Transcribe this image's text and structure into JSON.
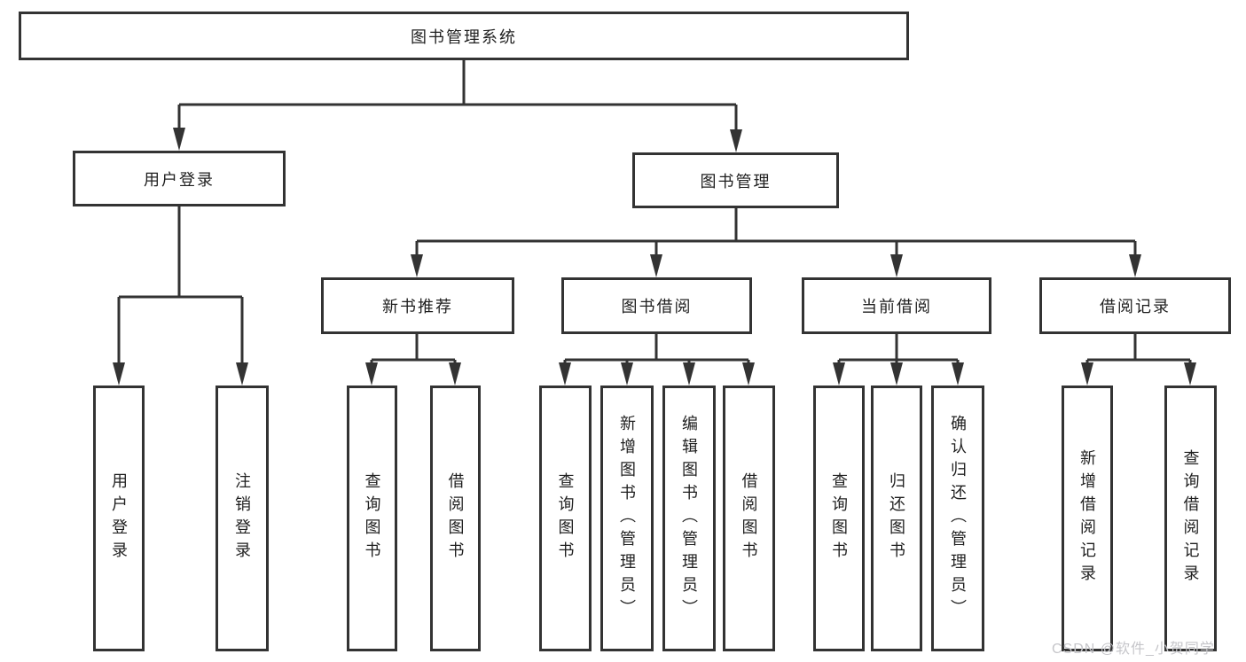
{
  "colors": {
    "background": "#ffffff",
    "line": "#333333",
    "box_fill": "#ffffff",
    "text": "#1f1f1f",
    "watermark": "#c6c6ca"
  },
  "diagram": {
    "title": "图书管理系统",
    "modules": [
      {
        "label": "用户登录",
        "functions": [
          "用户登录",
          "注销登录"
        ]
      },
      {
        "label": "图书管理",
        "submodules": [
          {
            "label": "新书推荐",
            "functions": [
              "查询图书",
              "借阅图书"
            ]
          },
          {
            "label": "图书借阅",
            "functions": [
              "查询图书",
              "新增图书（管理员）",
              "编辑图书（管理员）",
              "借阅图书"
            ]
          },
          {
            "label": "当前借阅",
            "functions": [
              "查询图书",
              "归还图书",
              "确认归还（管理员）"
            ]
          },
          {
            "label": "借阅记录",
            "functions": [
              "新增借阅记录",
              "查询借阅记录"
            ]
          }
        ]
      }
    ]
  },
  "watermark": {
    "text": "CSDN @软件_小贺同学"
  }
}
